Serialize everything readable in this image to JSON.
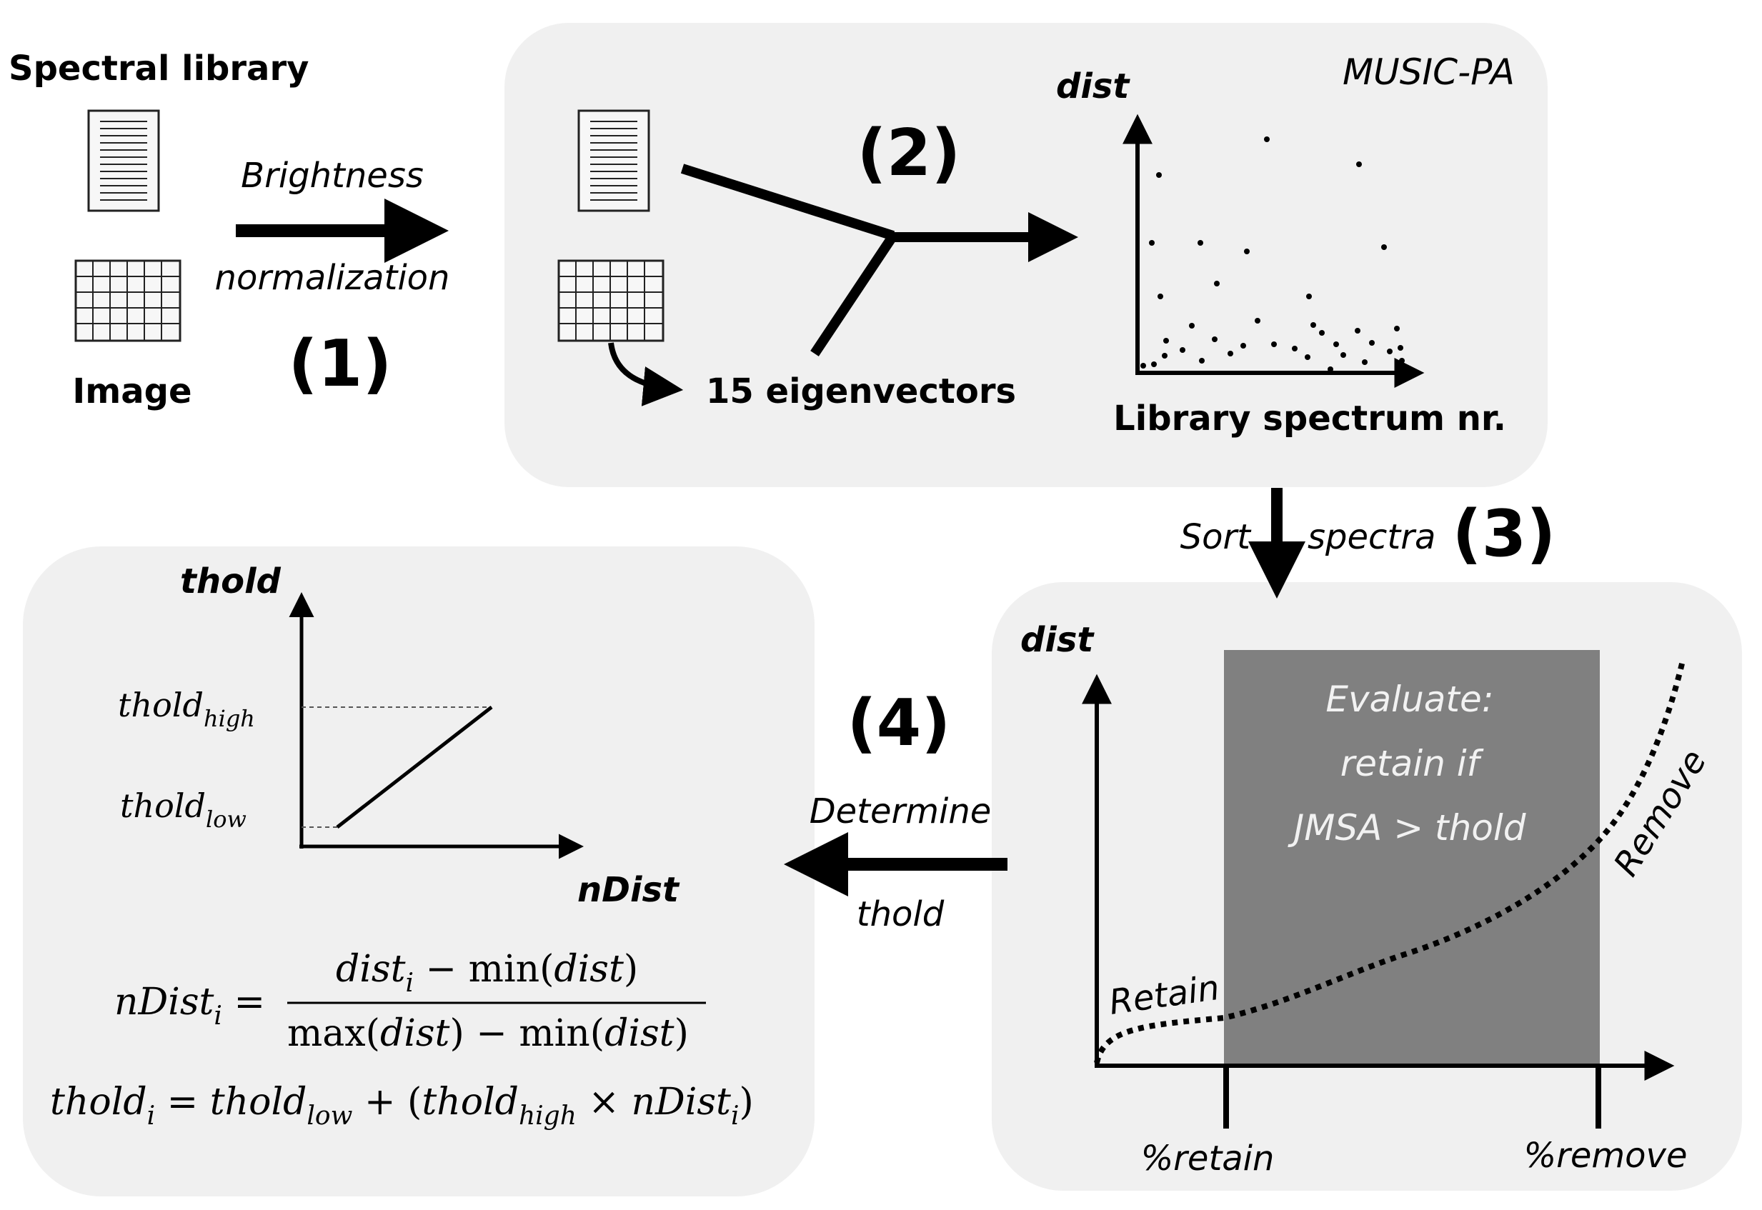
{
  "left_inputs": {
    "spectral_library_label": "Spectral library",
    "image_label": "Image"
  },
  "step1": {
    "number": "(1)",
    "label_line1": "Brightness",
    "label_line2": "normalization"
  },
  "step2": {
    "number": "(2)",
    "panel_title": "MUSIC-PA",
    "eigenvectors_label": "15 eigenvectors",
    "scatter_ylabel": "dist",
    "scatter_xlabel": "Library spectrum nr."
  },
  "step3": {
    "number": "(3)",
    "label_left": "Sort",
    "label_right": "spectra",
    "ylabel": "dist",
    "evaluate_line1": "Evaluate:",
    "evaluate_line2": "retain if",
    "evaluate_line3": "JMSA > thold",
    "retain_label": "Retain",
    "remove_label": "Remove",
    "retain_tick": "%retain",
    "remove_tick": "%remove"
  },
  "step4": {
    "number": "(4)",
    "label_line1": "Determine",
    "label_line2": "thold"
  },
  "threshold_panel": {
    "ylabel": "thold",
    "xlabel": "nDist",
    "high_label": "thold",
    "high_sub": "high",
    "low_label": "thold",
    "low_sub": "low"
  },
  "formulas": {
    "f1_lhs": "nDist",
    "f1_lhs_sub": "i",
    "f1_eq": "=",
    "f1_num_a": "dist",
    "f1_num_a_sub": "i",
    "f1_num_b": " − min(",
    "f1_num_c": "dist",
    "f1_num_d": ")",
    "f1_den_a": "max(",
    "f1_den_b": "dist",
    "f1_den_c": ") − min(",
    "f1_den_d": "dist",
    "f1_den_e": ")",
    "f2_lhs": "thold",
    "f2_lhs_sub": "i",
    "f2_eq": " = ",
    "f2_a": "thold",
    "f2_a_sub": "low",
    "f2_plus": " + (",
    "f2_b": "thold",
    "f2_b_sub": "high",
    "f2_times": " × ",
    "f2_c": "nDist",
    "f2_c_sub": "i",
    "f2_close": ")"
  },
  "colors": {
    "panel_bg": "#f0f0f0",
    "evaluate_box": "#808080",
    "evaluate_text": "#f2f2f2",
    "ink": "#000000"
  },
  "icons": [
    "spectral-library-document-icon",
    "image-grid-icon"
  ]
}
